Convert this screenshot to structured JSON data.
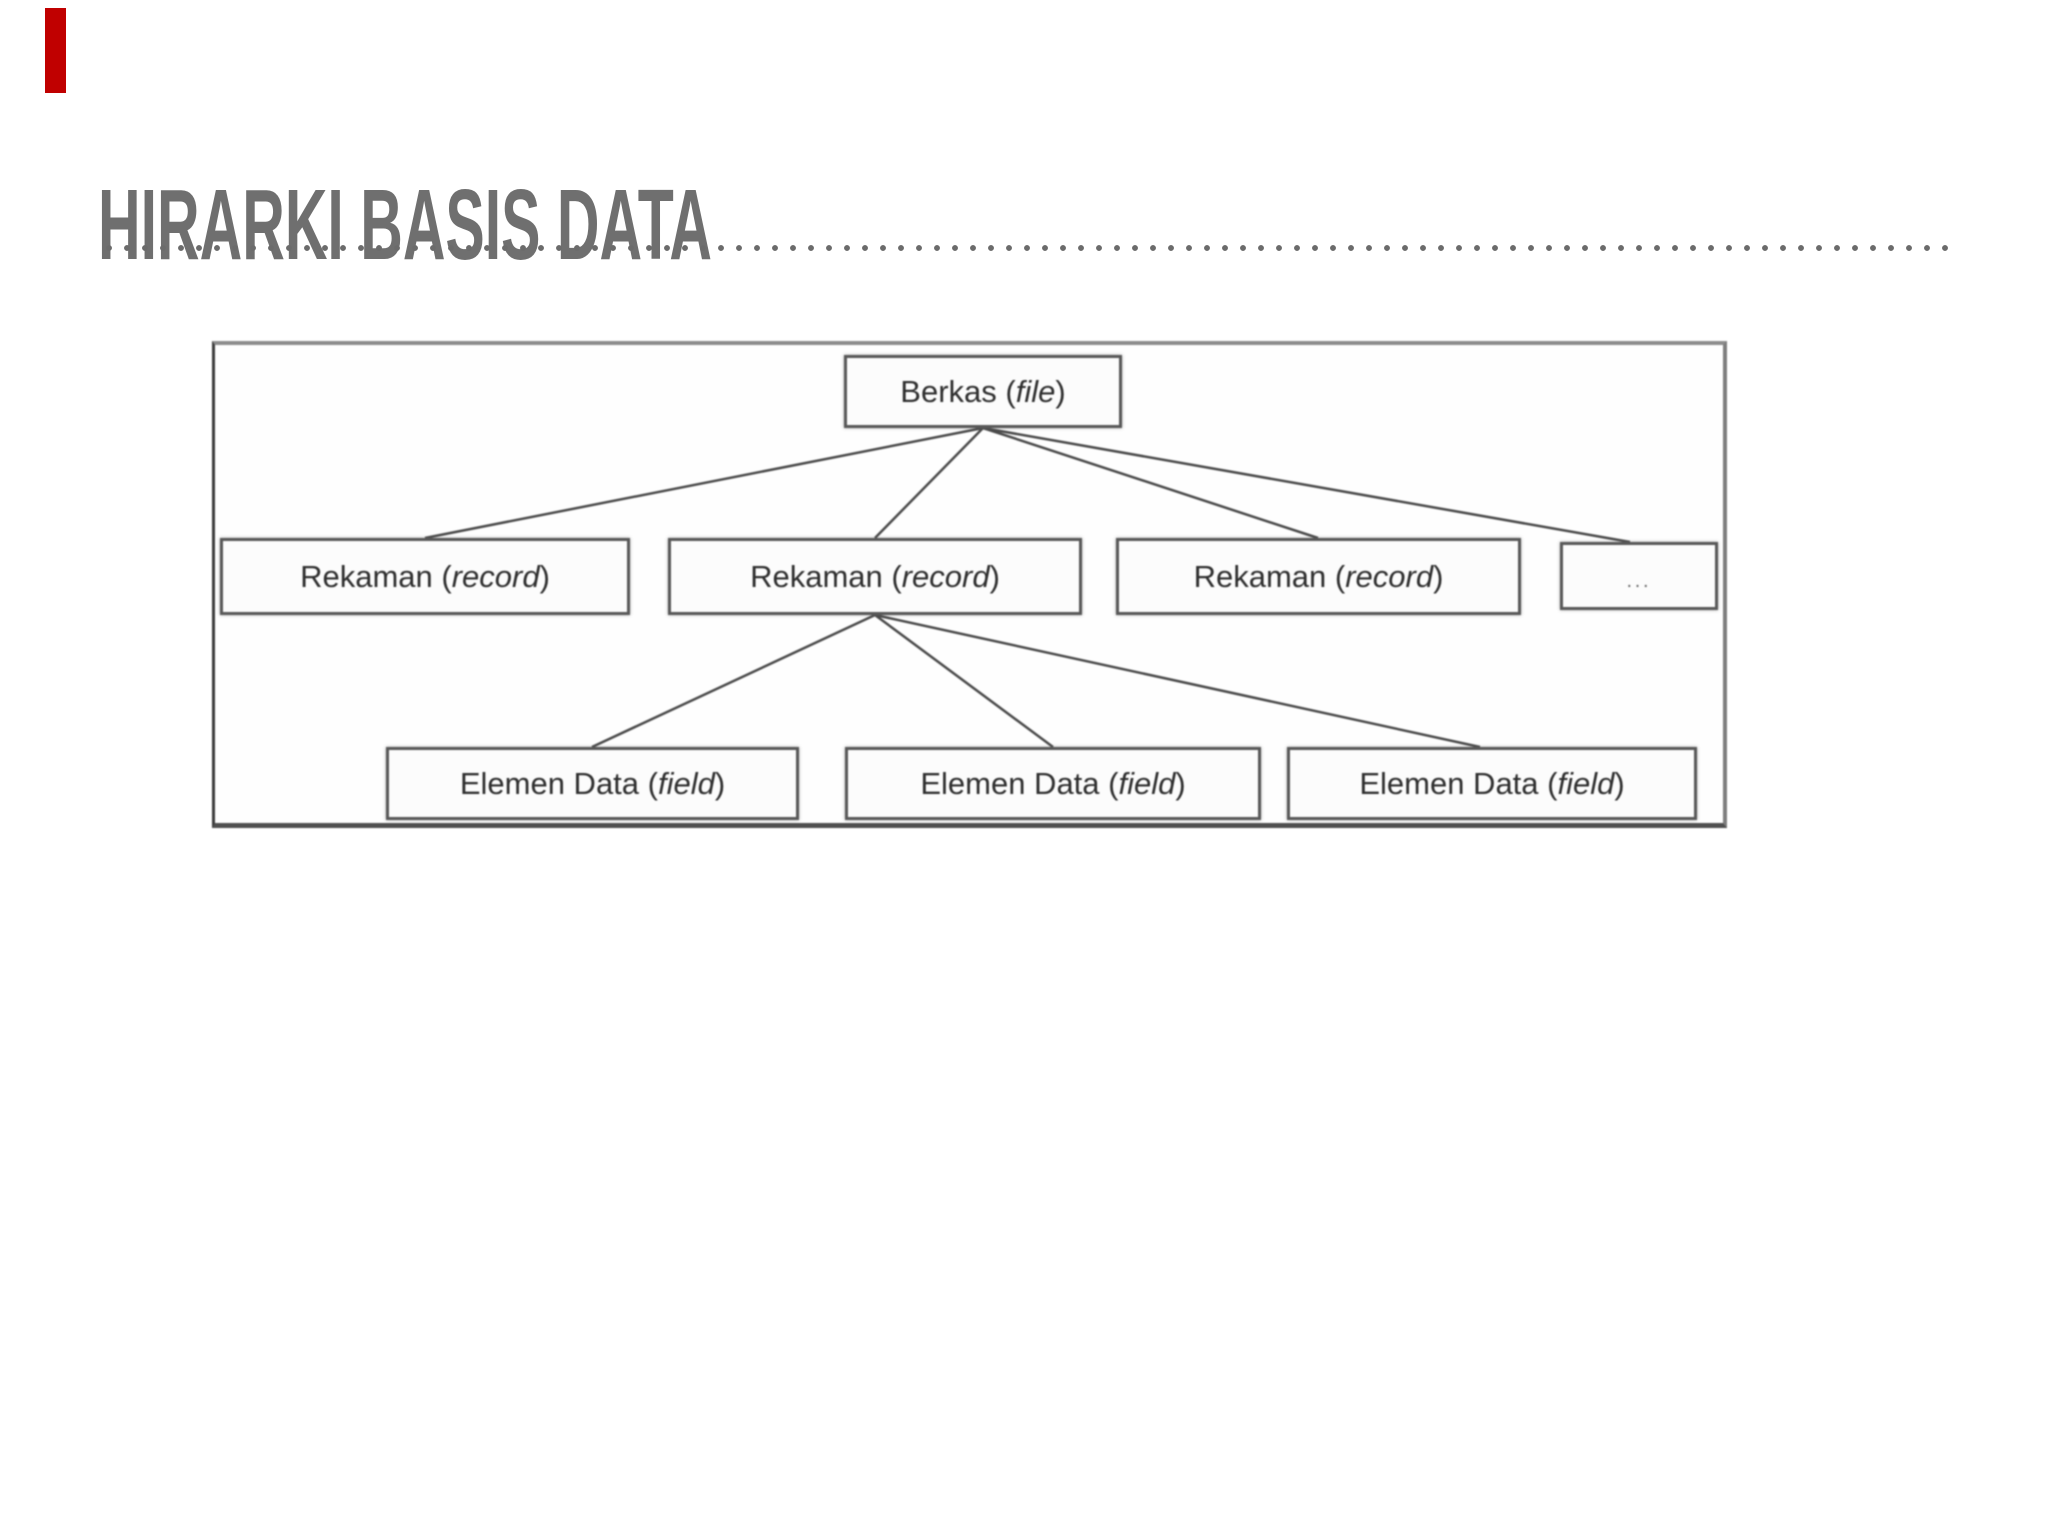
{
  "slide": {
    "title": "HIRARKI BASIS DATA",
    "colors": {
      "accent_red": "#c00000",
      "title_gray": "#6f6f6f",
      "divider_dot_gray": "#6b6b6b",
      "diagram_line_gray": "#4a4a4a",
      "box_border_gray": "#585858",
      "box_text": "#2e2e2e"
    }
  },
  "diagram": {
    "root": {
      "prefix": "Berkas (",
      "italic": "file",
      "suffix": ")"
    },
    "records": [
      {
        "prefix": "Rekaman (",
        "italic": "record",
        "suffix": ")"
      },
      {
        "prefix": "Rekaman (",
        "italic": "record",
        "suffix": ")"
      },
      {
        "prefix": "Rekaman (",
        "italic": "record",
        "suffix": ")"
      }
    ],
    "ellipsis": "...",
    "fields": [
      {
        "prefix": "Elemen Data (",
        "italic": "field",
        "suffix": ")"
      },
      {
        "prefix": "Elemen Data (",
        "italic": "field",
        "suffix": ")"
      },
      {
        "prefix": "Elemen Data (",
        "italic": "field",
        "suffix": ")"
      }
    ]
  }
}
